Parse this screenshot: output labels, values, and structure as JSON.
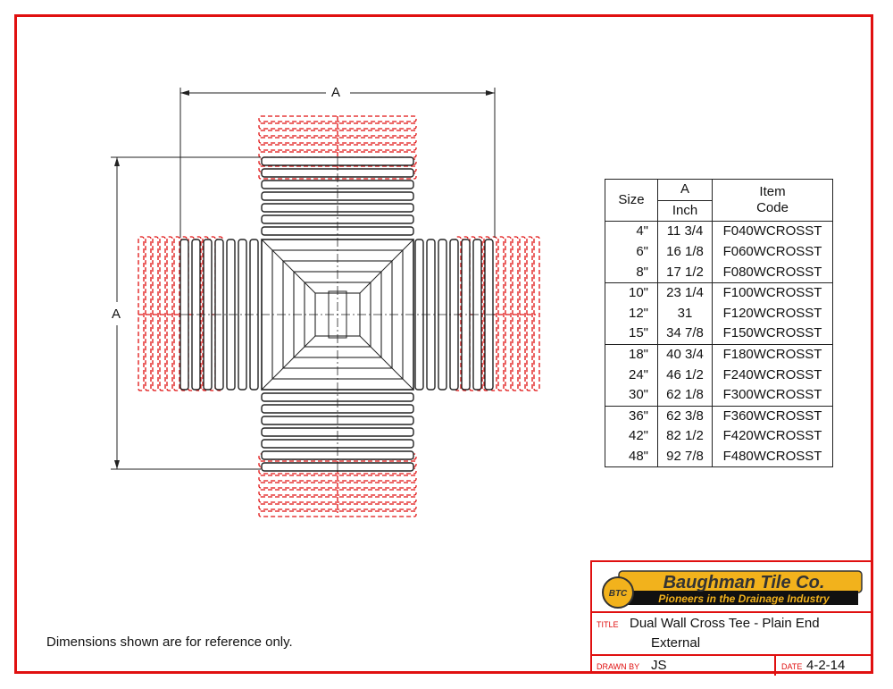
{
  "dimension_label": "A",
  "table": {
    "headers": {
      "size": "Size",
      "a": "A",
      "inch": "Inch",
      "item_code_line1": "Item",
      "item_code_line2": "Code"
    },
    "rows": [
      {
        "size": "4\"",
        "inch": "11 3/4",
        "code": "F040WCROSST"
      },
      {
        "size": "6\"",
        "inch": "16 1/8",
        "code": "F060WCROSST"
      },
      {
        "size": "8\"",
        "inch": "17 1/2",
        "code": "F080WCROSST"
      },
      {
        "size": "10\"",
        "inch": "23 1/4",
        "code": "F100WCROSST"
      },
      {
        "size": "12\"",
        "inch": "31",
        "code": "F120WCROSST"
      },
      {
        "size": "15\"",
        "inch": "34 7/8",
        "code": "F150WCROSST"
      },
      {
        "size": "18\"",
        "inch": "40 3/4",
        "code": "F180WCROSST"
      },
      {
        "size": "24\"",
        "inch": "46 1/2",
        "code": "F240WCROSST"
      },
      {
        "size": "30\"",
        "inch": "62 1/8",
        "code": "F300WCROSST"
      },
      {
        "size": "36\"",
        "inch": "62 3/8",
        "code": "F360WCROSST"
      },
      {
        "size": "42\"",
        "inch": "82 1/2",
        "code": "F420WCROSST"
      },
      {
        "size": "48\"",
        "inch": "92 7/8",
        "code": "F480WCROSST"
      }
    ]
  },
  "note": "Dimensions shown are for reference only.",
  "title_block": {
    "company": "Baughman Tile Co.",
    "tagline": "Pioneers in the Drainage Industry",
    "badge": "BTC",
    "title_label": "TITLE",
    "title_line1": "Dual Wall Cross Tee - Plain End",
    "title_line2": "External",
    "drawn_by_label": "DRAWN BY",
    "drawn_by": "JS",
    "date_label": "DATE",
    "date": "4-2-14"
  },
  "colors": {
    "border": "#e01010",
    "line": "#222222",
    "logo_gold": "#f2b21c"
  }
}
